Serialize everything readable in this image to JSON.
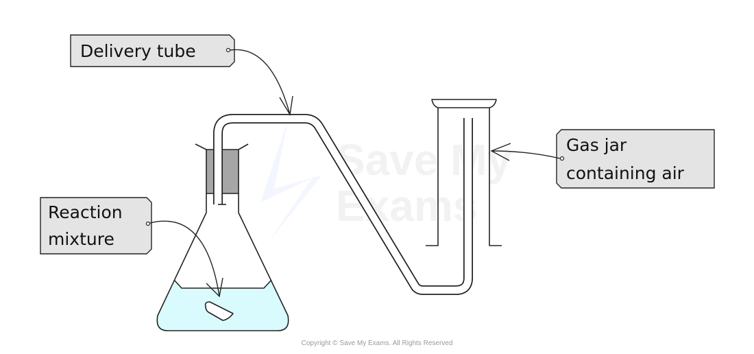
{
  "labels": {
    "delivery_tube": "Delivery tube",
    "reaction_mixture": [
      "Reaction",
      "mixture"
    ],
    "gas_jar": [
      "Gas jar",
      "containing air"
    ]
  },
  "watermark": [
    "Save My",
    "Exams"
  ],
  "copyright": "Copyright © Save My Exams. All Rights Reserved",
  "colors": {
    "label_fill": "#e4e4e4",
    "stopper": "#a6a6a6",
    "liquid": "#d9fbfd",
    "stroke": "#222222"
  }
}
